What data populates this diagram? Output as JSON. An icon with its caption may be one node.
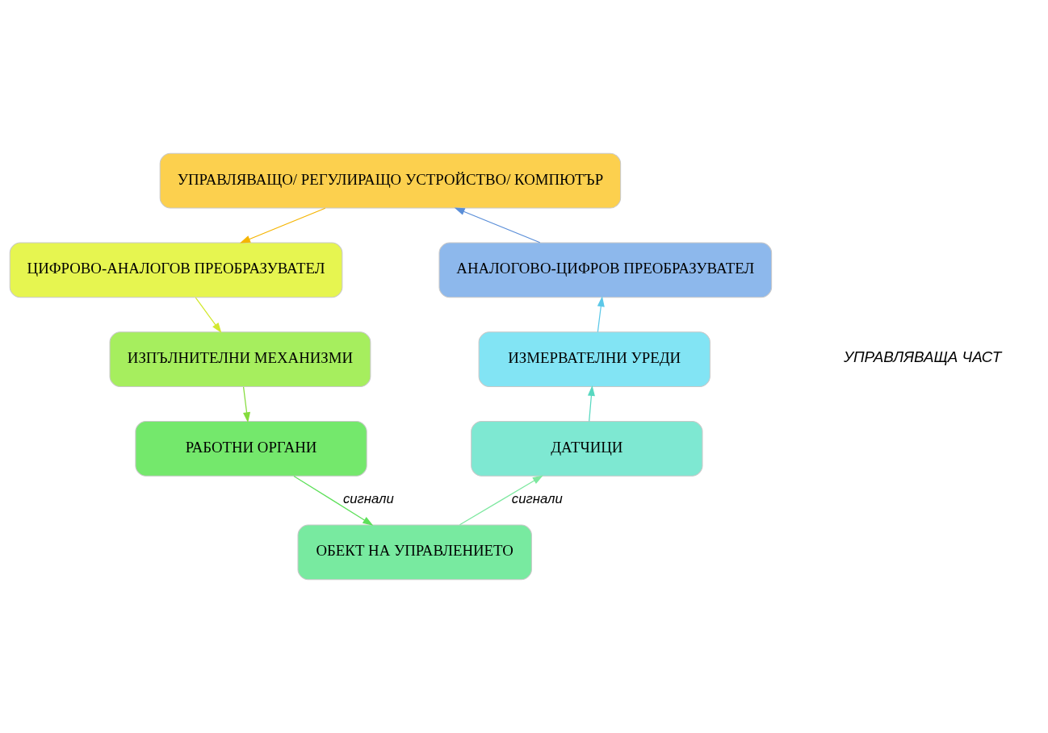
{
  "diagram": {
    "nodes": [
      {
        "text": [
          "УПРАВЛЯВАЩО/ РЕГУЛИРАЩО УСТРОЙСТВО/ КОМПЮТЪР"
        ]
      },
      {
        "text": [
          "АНАЛОГОВО-ЦИФРОВ ПРЕОБРАЗУВАТЕЛ"
        ]
      },
      {
        "text": [
          "ЦИФРОВО-АНАЛОГОВ ПРЕОБРАЗУВАТЕЛ"
        ]
      },
      {
        "text": [
          "ИЗМЕРВАТЕЛНИ УРЕДИ"
        ]
      },
      {
        "text": [
          "ИЗПЪЛНИТЕЛНИ МЕХАНИЗМИ"
        ]
      },
      {
        "text": [
          "ДАТЧИЦИ"
        ]
      },
      {
        "text": [
          "РАБОТНИ ОРГАНИ"
        ]
      },
      {
        "text": [
          "ОБЕКТ НА УПРАВЛЕНИЕТО"
        ]
      }
    ],
    "edges": [
      {
        "from": 0,
        "to": 2,
        "arrow": "to",
        "color": "#f5b400"
      },
      {
        "from": 2,
        "to": 4,
        "arrow": "to",
        "color": "#d2e830"
      },
      {
        "from": 4,
        "to": 6,
        "arrow": "to",
        "color": "#84dc3c"
      },
      {
        "from": 6,
        "to": 7,
        "arrow": "to",
        "label": "сигнали",
        "color": "#5ee05a"
      },
      {
        "from": 7,
        "to": 5,
        "arrow": "to",
        "label": "сигнали",
        "color": "#7ee8a0"
      },
      {
        "from": 5,
        "to": 3,
        "arrow": "to",
        "color": "#58d8c0"
      },
      {
        "from": 3,
        "to": 1,
        "arrow": "to",
        "color": "#5cc8e8"
      },
      {
        "from": 1,
        "to": 0,
        "arrow": "to",
        "color": "#5a8ed8"
      }
    ],
    "labels": [
      "УПРАВЛЯВАЩА ЧАСТ"
    ]
  }
}
